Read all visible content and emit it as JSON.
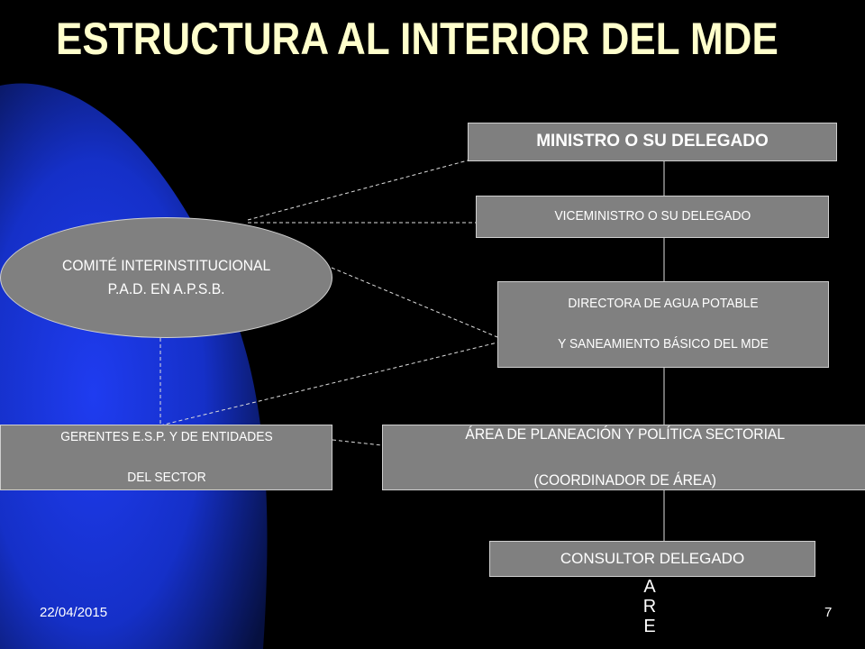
{
  "slide": {
    "title": "ESTRUCTURA AL INTERIOR DEL MDE",
    "footer": {
      "date": "22/04/2015",
      "page": "7"
    },
    "colors": {
      "background": "#000000",
      "accent_blue": "#1a37e0",
      "title": "#ffffcc",
      "box": "#808080"
    }
  },
  "diagram": {
    "ministro": "MINISTRO O SU DELEGADO",
    "viceministro": "VICEMINISTRO O SU DELEGADO",
    "directora": {
      "line1": "DIRECTORA DE AGUA POTABLE",
      "line2": "Y SANEAMIENTO BÁSICO DEL MDE"
    },
    "comite": {
      "line1": "COMITÉ INTERINSTITUCIONAL",
      "line2": "P.A.D. EN A.P.S.B."
    },
    "gerentes": {
      "line1": "GERENTES E.S.P. Y DE ENTIDADES",
      "line2": "DEL SECTOR"
    },
    "area": {
      "line1": "ÁREA DE PLANEACIÓN Y POLÍTICA SECTORIAL",
      "line2": "(COORDINADOR DE ÁREA)"
    },
    "consultor": "CONSULTOR DELEGADO",
    "vertical_fragment": "ARE"
  }
}
